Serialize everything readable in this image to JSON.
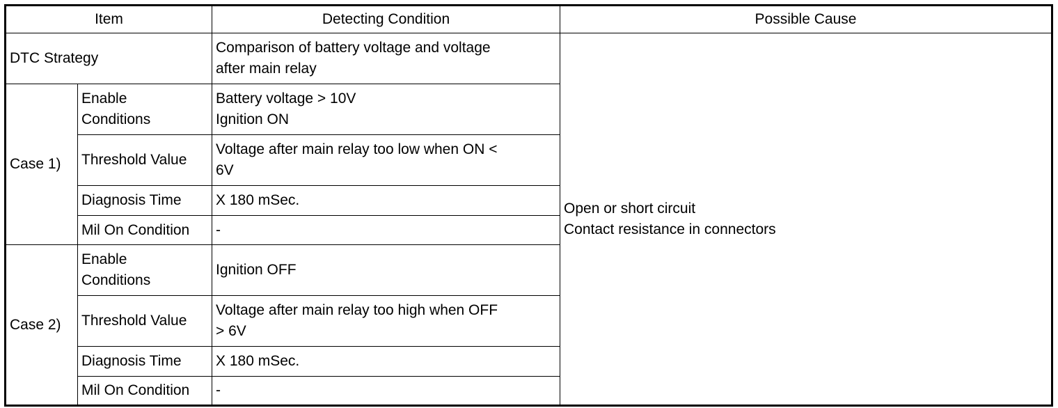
{
  "header": {
    "item": "Item",
    "detecting_condition": "Detecting Condition",
    "possible_cause": "Possible Cause"
  },
  "strategy": {
    "label": "DTC Strategy",
    "condition": "Comparison of battery voltage and voltage\nafter main relay"
  },
  "possible_cause": "Open or short circuit\nContact resistance in connectors",
  "cases": [
    {
      "label": "Case 1)",
      "rows": [
        {
          "label": "Enable\nConditions",
          "condition": "Battery voltage > 10V\nIgnition ON"
        },
        {
          "label": "Threshold Value",
          "condition": "Voltage after main relay too low when ON <\n6V"
        },
        {
          "label": "Diagnosis Time",
          "condition": "X 180 mSec."
        },
        {
          "label": "Mil On Condition",
          "condition": "-"
        }
      ]
    },
    {
      "label": "Case 2)",
      "rows": [
        {
          "label": "Enable\nConditions",
          "condition": "Ignition OFF"
        },
        {
          "label": "Threshold Value",
          "condition": "Voltage after main relay too high when OFF\n> 6V"
        },
        {
          "label": "Diagnosis Time",
          "condition": "X 180 mSec."
        },
        {
          "label": "Mil On Condition",
          "condition": "-"
        }
      ]
    }
  ]
}
